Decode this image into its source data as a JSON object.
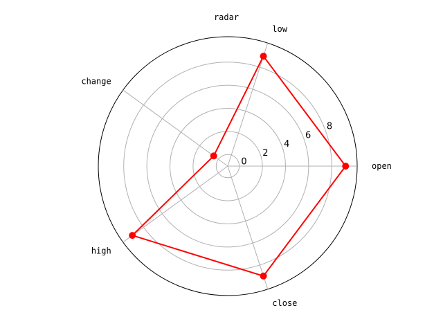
{
  "chart_data": {
    "type": "radar",
    "title": "radar",
    "categories": [
      "open",
      "low",
      "change",
      "high",
      "close"
    ],
    "series": [
      {
        "values": [
          9.2,
          9.0,
          0.5,
          9.2,
          9.0
        ],
        "color": "#ff0000"
      }
    ],
    "radial_ticks": [
      0,
      2,
      4,
      6,
      8
    ],
    "rlim": [
      -1,
      10.2
    ],
    "grid": true,
    "colors": {
      "series": "#ff0000",
      "grid": "#b0b0b0",
      "frame": "#000000",
      "text": "#000000"
    }
  }
}
